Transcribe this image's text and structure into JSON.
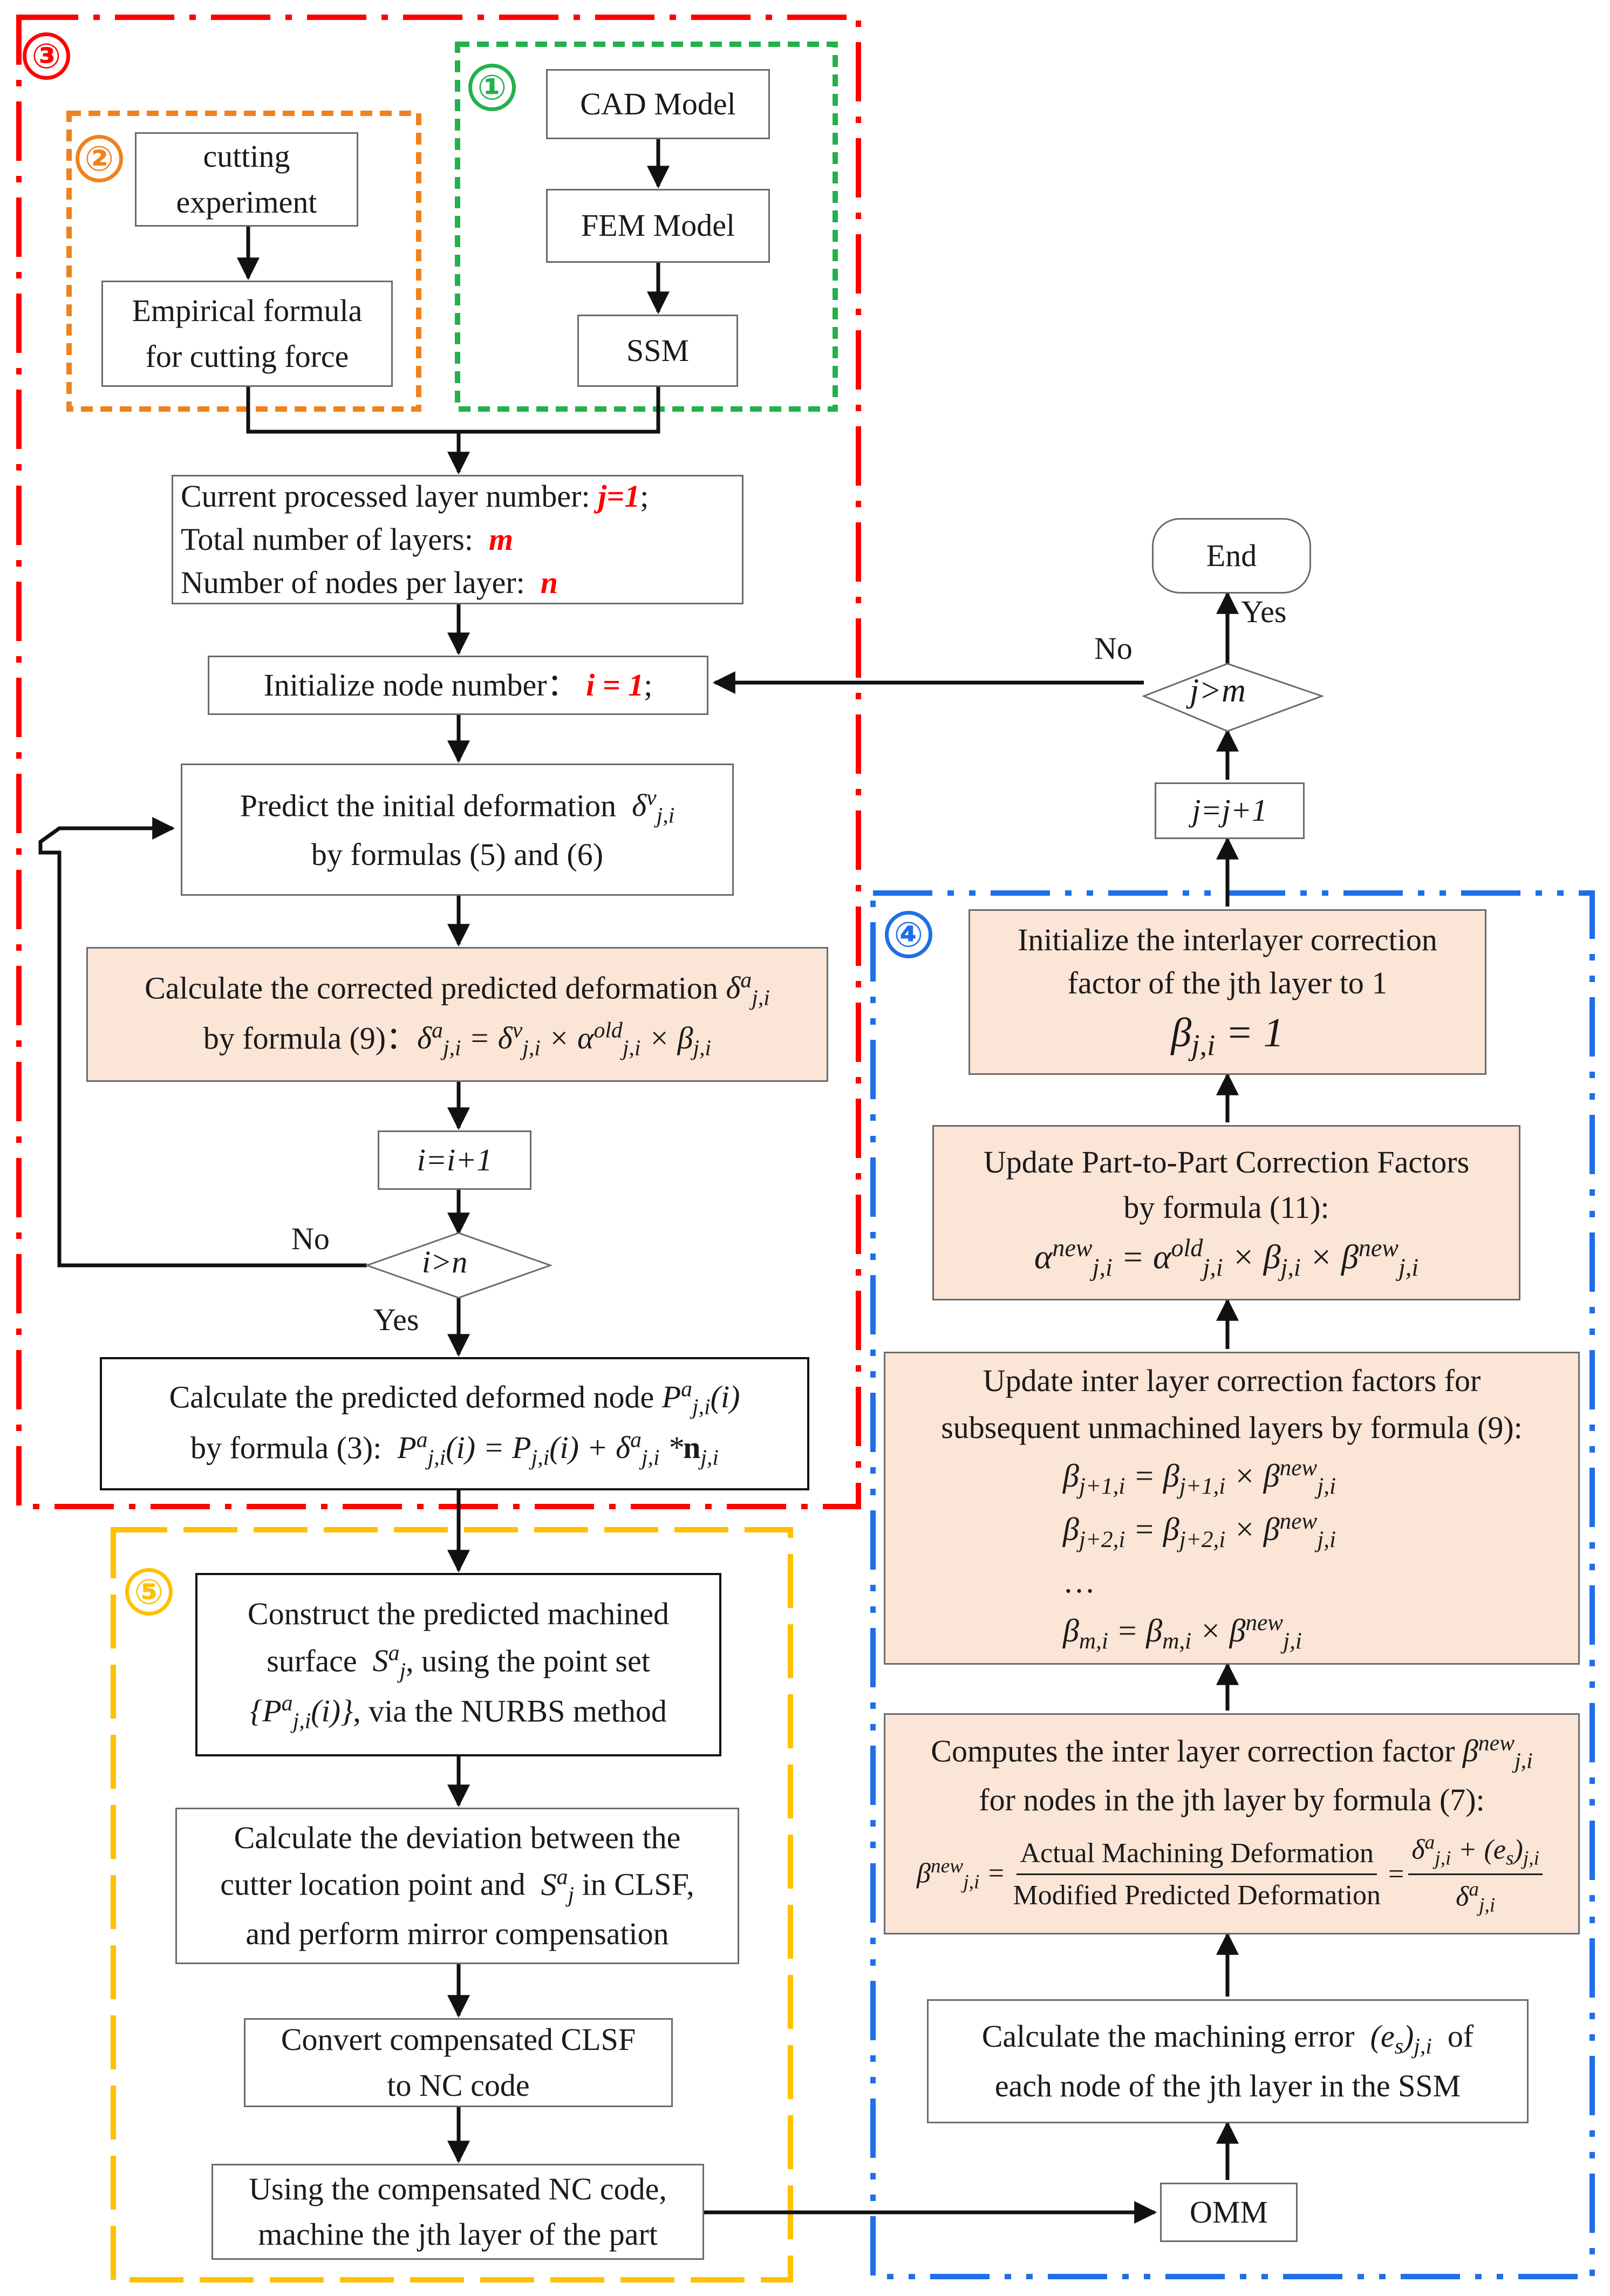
{
  "regions": [
    {
      "number": "③",
      "color": "#ff0000"
    },
    {
      "number": "②",
      "color": "#f0821e"
    },
    {
      "number": "①",
      "color": "#22b14c"
    },
    {
      "number": "④",
      "color": "#1f6fe8"
    },
    {
      "number": "⑤",
      "color": "#ffc000"
    }
  ],
  "region2": {
    "cutting_experiment": [
      "cutting",
      "experiment"
    ],
    "empirical_formula": [
      "Empirical formula",
      "for cutting force"
    ]
  },
  "region1": {
    "cad": "CAD Model",
    "fem": "FEM Model",
    "ssm": "SSM"
  },
  "region3": {
    "params": {
      "layer_label": "Current processed layer number:",
      "layer_value": "j=1",
      "layer_suffix": ";",
      "total_label": "Total number of layers:",
      "total_value": "m",
      "nodes_label": "Number of nodes per layer:",
      "nodes_value": "n"
    },
    "init_node": {
      "label": "Initialize node number：",
      "value": "i = 1",
      "suffix": ";"
    },
    "predict_initial": [
      "Predict the initial deformation",
      "by formulas (5) and (6)"
    ],
    "corrected": [
      "Calculate the corrected predicted deformation",
      "by formula (9)："
    ],
    "increment_i": "i=i+1",
    "decision_i": "i>n",
    "no_label": "No",
    "yes_label": "Yes",
    "deformed_node": [
      "Calculate the predicted deformed node",
      "by formula (3):"
    ]
  },
  "region5": {
    "construct": [
      "Construct the predicted machined",
      "surface",
      ", using the point set",
      ", via the NURBS method"
    ],
    "deviation": [
      "Calculate the deviation between the",
      "cutter location point and",
      "in CLSF,",
      "and perform mirror compensation"
    ],
    "convert": [
      "Convert compensated CLSF",
      "to NC code"
    ],
    "machine": [
      "Using the compensated NC code,",
      "machine the jth layer of the part"
    ]
  },
  "right_flow": {
    "end": "End",
    "decision_j": "j>m",
    "yes_label": "Yes",
    "no_label": "No",
    "increment_j": "j=j+1",
    "omm": "OMM"
  },
  "region4": {
    "init_interlayer": [
      "Initialize the interlayer correction",
      "factor of the jth layer to 1"
    ],
    "update_part": [
      "Update Part-to-Part Correction Factors",
      "by formula (11):"
    ],
    "update_inter": [
      "Update inter layer correction factors for",
      "subsequent unmachined layers by formula (9):"
    ],
    "ellipsis": "…",
    "computes": [
      "Computes the inter layer correction factor",
      "for nodes in the jth layer by formula (7):"
    ],
    "frac_num": "Actual Machining  Deformation",
    "frac_den": "Modified  Predicted  Deformation",
    "machining_error": [
      "Calculate the machining error",
      "of",
      "each node of the jth layer in the SSM"
    ]
  }
}
